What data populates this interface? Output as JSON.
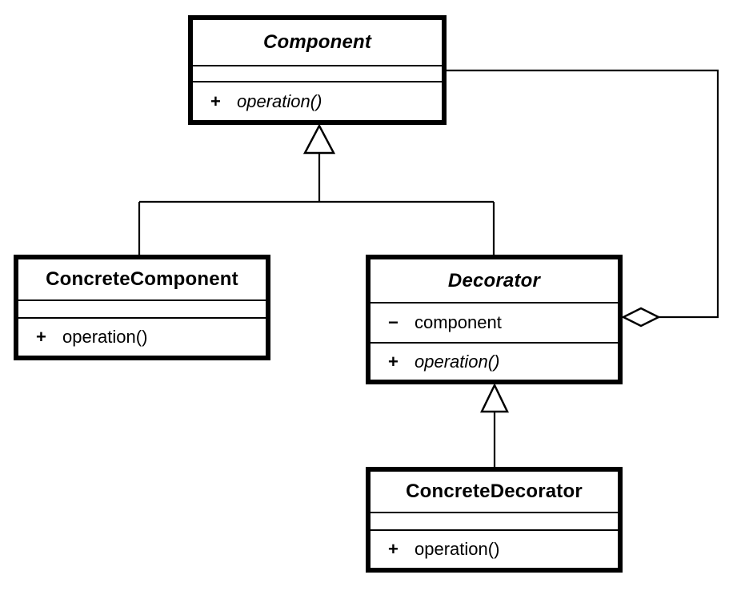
{
  "colors": {
    "background": "#ffffff",
    "line": "#000000",
    "text": "#000000"
  },
  "classes": {
    "component": {
      "name": "Component",
      "operations": [
        {
          "sign": "+",
          "text": "operation()"
        }
      ]
    },
    "concrete_component": {
      "name": "ConcreteComponent",
      "operations": [
        {
          "sign": "+",
          "text": "operation()"
        }
      ]
    },
    "decorator": {
      "name": "Decorator",
      "attributes": [
        {
          "sign": "−",
          "text": "component"
        }
      ],
      "operations": [
        {
          "sign": "+",
          "text": "operation()"
        }
      ]
    },
    "concrete_decorator": {
      "name": "ConcreteDecorator",
      "operations": [
        {
          "sign": "+",
          "text": "operation()"
        }
      ]
    }
  }
}
